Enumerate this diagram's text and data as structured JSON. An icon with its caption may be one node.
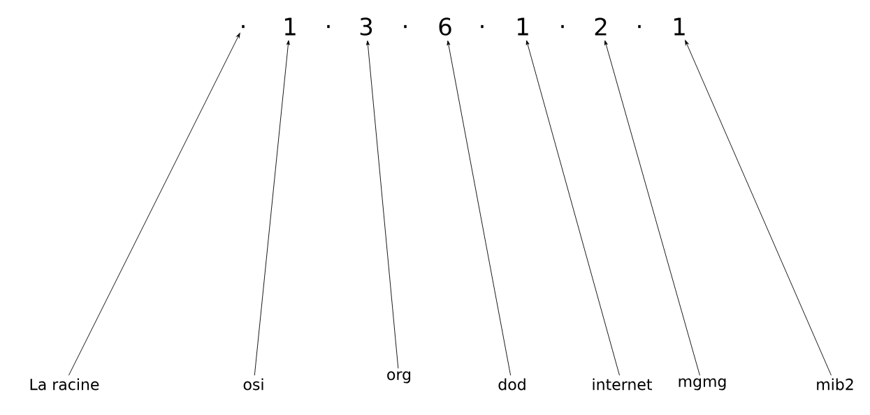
{
  "diagram": {
    "nodes": [
      {
        "text": [
          "."
        ]
      },
      {
        "text": [
          "1"
        ]
      },
      {
        "text": [
          "3"
        ]
      },
      {
        "text": [
          "6"
        ]
      },
      {
        "text": [
          "1"
        ]
      },
      {
        "text": [
          "2"
        ]
      },
      {
        "text": [
          "1"
        ]
      },
      {
        "text": [
          "La racine"
        ]
      },
      {
        "text": [
          "osi"
        ]
      },
      {
        "text": [
          "org"
        ]
      },
      {
        "text": [
          "dod"
        ]
      },
      {
        "text": [
          "internet"
        ]
      },
      {
        "text": [
          "mgmg"
        ]
      },
      {
        "text": [
          "mib2"
        ]
      }
    ],
    "edges": [
      {
        "from": 7,
        "to": 0,
        "arrow": "to"
      },
      {
        "from": 8,
        "to": 1,
        "arrow": "to"
      },
      {
        "from": 9,
        "to": 2,
        "arrow": "to"
      },
      {
        "from": 10,
        "to": 3,
        "arrow": "to"
      },
      {
        "from": 11,
        "to": 4,
        "arrow": "to"
      },
      {
        "from": 12,
        "to": 5,
        "arrow": "to"
      },
      {
        "from": 13,
        "to": 6,
        "arrow": "to"
      }
    ],
    "labels": [
      ".",
      ".",
      ".",
      ".",
      "."
    ]
  }
}
